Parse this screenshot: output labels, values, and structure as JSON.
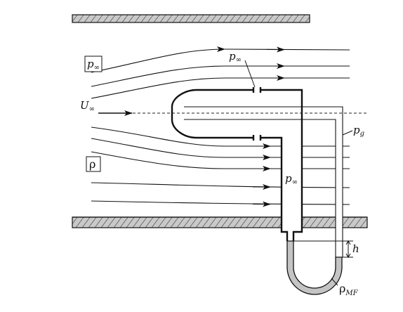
{
  "labels": {
    "p_inf_box": {
      "main": "p",
      "sub": "∞"
    },
    "p_inf_top": {
      "main": "p",
      "sub": "∞"
    },
    "u_inf": {
      "main": "U",
      "sub": "∞"
    },
    "p_g": {
      "main": "p",
      "sub": "g"
    },
    "rho_box": {
      "main": "ρ"
    },
    "p_inf_tube": {
      "main": "p",
      "sub": "∞"
    },
    "h": {
      "main": "h"
    },
    "rho_mf": {
      "main": "ρ",
      "sub": "MF"
    }
  },
  "colors": {
    "line": "#111111",
    "wall_fill": "#b8b8b8",
    "fluid_fill": "#c4c4c4",
    "dash": "#222222"
  }
}
